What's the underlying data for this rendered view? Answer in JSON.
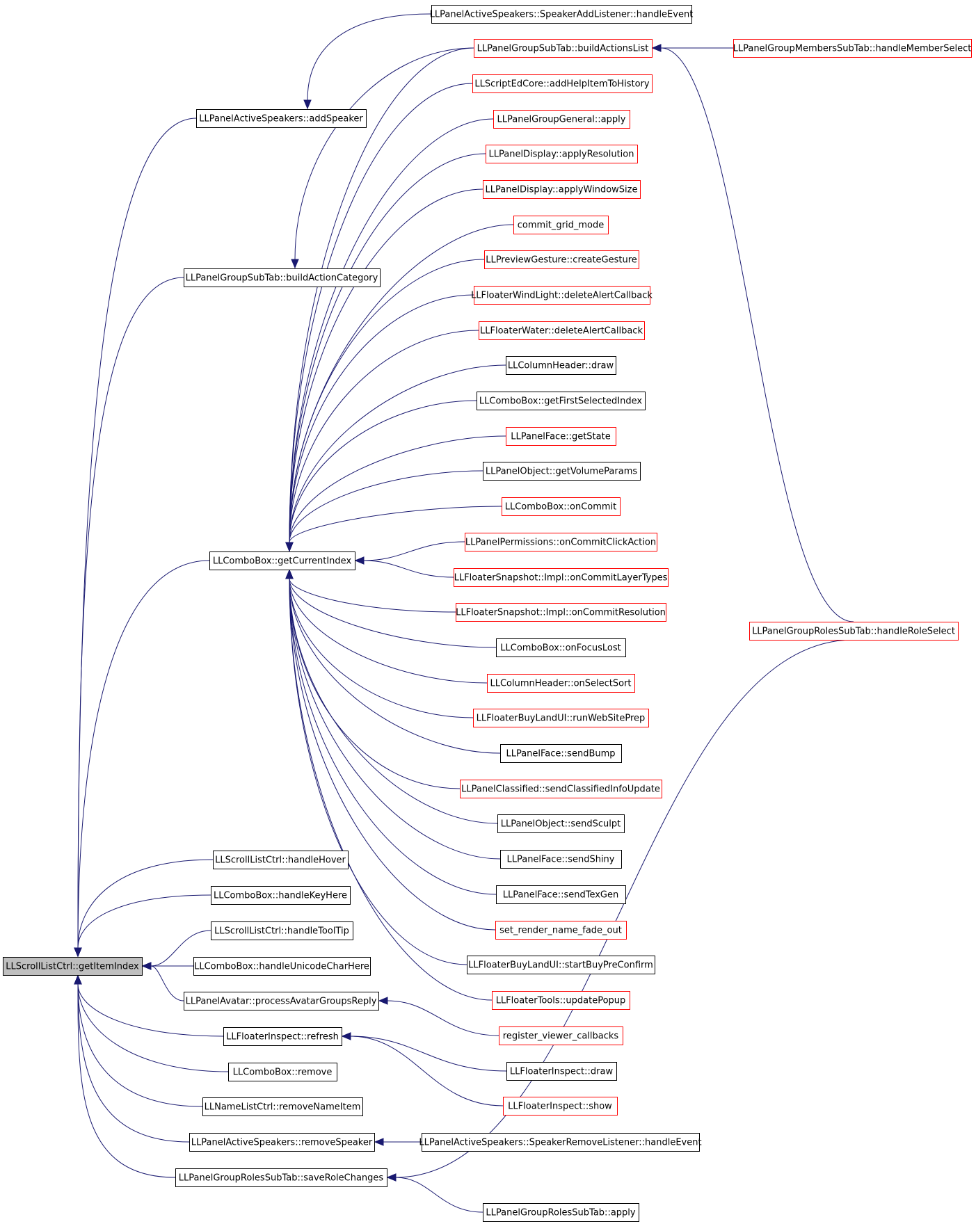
{
  "graph": {
    "edge_color": "#191970",
    "node_border_default": "#000000",
    "node_border_truncated": "#ff0000",
    "root_fill": "#bfbfbf",
    "nodes": [
      {
        "id": "root",
        "label": "LLScrollListCtrl::getItemIndex",
        "style": "root"
      },
      {
        "id": "addSpeaker",
        "label": "LLPanelActiveSpeakers::addSpeaker",
        "style": "default"
      },
      {
        "id": "speakerAddHandle",
        "label": "LLPanelActiveSpeakers::SpeakerAddListener::handleEvent",
        "style": "default"
      },
      {
        "id": "buildActionCategory",
        "label": "LLPanelGroupSubTab::buildActionCategory",
        "style": "default"
      },
      {
        "id": "buildActionsList",
        "label": "LLPanelGroupSubTab::buildActionsList",
        "style": "truncated"
      },
      {
        "id": "handleMemberSelect",
        "label": "LLPanelGroupMembersSubTab::handleMemberSelect",
        "style": "truncated"
      },
      {
        "id": "handleRoleSelect",
        "label": "LLPanelGroupRolesSubTab::handleRoleSelect",
        "style": "truncated"
      },
      {
        "id": "getCurrentIndex",
        "label": "LLComboBox::getCurrentIndex",
        "style": "default"
      },
      {
        "id": "addHelpItem",
        "label": "LLScriptEdCore::addHelpItemToHistory",
        "style": "truncated"
      },
      {
        "id": "groupGeneralApply",
        "label": "LLPanelGroupGeneral::apply",
        "style": "truncated"
      },
      {
        "id": "applyResolution",
        "label": "LLPanelDisplay::applyResolution",
        "style": "truncated"
      },
      {
        "id": "applyWindowSize",
        "label": "LLPanelDisplay::applyWindowSize",
        "style": "truncated"
      },
      {
        "id": "commitGridMode",
        "label": "commit_grid_mode",
        "style": "truncated"
      },
      {
        "id": "createGesture",
        "label": "LLPreviewGesture::createGesture",
        "style": "truncated"
      },
      {
        "id": "windLightDelete",
        "label": "LLFloaterWindLight::deleteAlertCallback",
        "style": "truncated"
      },
      {
        "id": "waterDelete",
        "label": "LLFloaterWater::deleteAlertCallback",
        "style": "truncated"
      },
      {
        "id": "columnHeaderDraw",
        "label": "LLColumnHeader::draw",
        "style": "default"
      },
      {
        "id": "getFirstSelected",
        "label": "LLComboBox::getFirstSelectedIndex",
        "style": "default"
      },
      {
        "id": "faceGetState",
        "label": "LLPanelFace::getState",
        "style": "truncated"
      },
      {
        "id": "getVolumeParams",
        "label": "LLPanelObject::getVolumeParams",
        "style": "default"
      },
      {
        "id": "comboOnCommit",
        "label": "LLComboBox::onCommit",
        "style": "truncated"
      },
      {
        "id": "onCommitClickAction",
        "label": "LLPanelPermissions::onCommitClickAction",
        "style": "truncated"
      },
      {
        "id": "onCommitLayerTypes",
        "label": "LLFloaterSnapshot::Impl::onCommitLayerTypes",
        "style": "truncated"
      },
      {
        "id": "onCommitResolution",
        "label": "LLFloaterSnapshot::Impl::onCommitResolution",
        "style": "truncated"
      },
      {
        "id": "onFocusLost",
        "label": "LLComboBox::onFocusLost",
        "style": "default"
      },
      {
        "id": "onSelectSort",
        "label": "LLColumnHeader::onSelectSort",
        "style": "truncated"
      },
      {
        "id": "runWebSitePrep",
        "label": "LLFloaterBuyLandUI::runWebSitePrep",
        "style": "truncated"
      },
      {
        "id": "sendBump",
        "label": "LLPanelFace::sendBump",
        "style": "default"
      },
      {
        "id": "sendClassified",
        "label": "LLPanelClassified::sendClassifiedInfoUpdate",
        "style": "truncated"
      },
      {
        "id": "sendSculpt",
        "label": "LLPanelObject::sendSculpt",
        "style": "default"
      },
      {
        "id": "sendShiny",
        "label": "LLPanelFace::sendShiny",
        "style": "default"
      },
      {
        "id": "sendTexGen",
        "label": "LLPanelFace::sendTexGen",
        "style": "default"
      },
      {
        "id": "renderNameFade",
        "label": "set_render_name_fade_out",
        "style": "truncated"
      },
      {
        "id": "startBuyPreConfirm",
        "label": "LLFloaterBuyLandUI::startBuyPreConfirm",
        "style": "default"
      },
      {
        "id": "updatePopup",
        "label": "LLFloaterTools::updatePopup",
        "style": "truncated"
      },
      {
        "id": "handleHover",
        "label": "LLScrollListCtrl::handleHover",
        "style": "default"
      },
      {
        "id": "handleKeyHere",
        "label": "LLComboBox::handleKeyHere",
        "style": "default"
      },
      {
        "id": "handleToolTip",
        "label": "LLScrollListCtrl::handleToolTip",
        "style": "default"
      },
      {
        "id": "handleUnicode",
        "label": "LLComboBox::handleUnicodeCharHere",
        "style": "default"
      },
      {
        "id": "avatarGroupsReply",
        "label": "LLPanelAvatar::processAvatarGroupsReply",
        "style": "default"
      },
      {
        "id": "registerViewer",
        "label": "register_viewer_callbacks",
        "style": "truncated"
      },
      {
        "id": "inspectRefresh",
        "label": "LLFloaterInspect::refresh",
        "style": "default"
      },
      {
        "id": "inspectDraw",
        "label": "LLFloaterInspect::draw",
        "style": "default"
      },
      {
        "id": "inspectShow",
        "label": "LLFloaterInspect::show",
        "style": "truncated"
      },
      {
        "id": "comboRemove",
        "label": "LLComboBox::remove",
        "style": "default"
      },
      {
        "id": "removeNameItem",
        "label": "LLNameListCtrl::removeNameItem",
        "style": "default"
      },
      {
        "id": "removeSpeaker",
        "label": "LLPanelActiveSpeakers::removeSpeaker",
        "style": "default"
      },
      {
        "id": "speakerRemoveHandle",
        "label": "LLPanelActiveSpeakers::SpeakerRemoveListener::handleEvent",
        "style": "default"
      },
      {
        "id": "saveRoleChanges",
        "label": "LLPanelGroupRolesSubTab::saveRoleChanges",
        "style": "default"
      },
      {
        "id": "rolesApply",
        "label": "LLPanelGroupRolesSubTab::apply",
        "style": "default"
      }
    ],
    "edges": [
      {
        "from": "addSpeaker",
        "to": "root"
      },
      {
        "from": "buildActionCategory",
        "to": "root"
      },
      {
        "from": "getCurrentIndex",
        "to": "root"
      },
      {
        "from": "handleHover",
        "to": "root"
      },
      {
        "from": "handleKeyHere",
        "to": "root"
      },
      {
        "from": "handleToolTip",
        "to": "root"
      },
      {
        "from": "handleUnicode",
        "to": "root"
      },
      {
        "from": "avatarGroupsReply",
        "to": "root"
      },
      {
        "from": "inspectRefresh",
        "to": "root"
      },
      {
        "from": "comboRemove",
        "to": "root"
      },
      {
        "from": "removeNameItem",
        "to": "root"
      },
      {
        "from": "removeSpeaker",
        "to": "root"
      },
      {
        "from": "saveRoleChanges",
        "to": "root"
      },
      {
        "from": "speakerAddHandle",
        "to": "addSpeaker"
      },
      {
        "from": "buildActionsList",
        "to": "buildActionCategory"
      },
      {
        "from": "handleMemberSelect",
        "to": "buildActionsList"
      },
      {
        "from": "handleRoleSelect",
        "to": "buildActionsList"
      },
      {
        "from": "buildActionsList",
        "to": "getCurrentIndex"
      },
      {
        "from": "addHelpItem",
        "to": "getCurrentIndex"
      },
      {
        "from": "groupGeneralApply",
        "to": "getCurrentIndex"
      },
      {
        "from": "applyResolution",
        "to": "getCurrentIndex"
      },
      {
        "from": "applyWindowSize",
        "to": "getCurrentIndex"
      },
      {
        "from": "commitGridMode",
        "to": "getCurrentIndex"
      },
      {
        "from": "createGesture",
        "to": "getCurrentIndex"
      },
      {
        "from": "windLightDelete",
        "to": "getCurrentIndex"
      },
      {
        "from": "waterDelete",
        "to": "getCurrentIndex"
      },
      {
        "from": "columnHeaderDraw",
        "to": "getCurrentIndex"
      },
      {
        "from": "getFirstSelected",
        "to": "getCurrentIndex"
      },
      {
        "from": "faceGetState",
        "to": "getCurrentIndex"
      },
      {
        "from": "getVolumeParams",
        "to": "getCurrentIndex"
      },
      {
        "from": "comboOnCommit",
        "to": "getCurrentIndex"
      },
      {
        "from": "onCommitClickAction",
        "to": "getCurrentIndex"
      },
      {
        "from": "onCommitLayerTypes",
        "to": "getCurrentIndex"
      },
      {
        "from": "onCommitResolution",
        "to": "getCurrentIndex"
      },
      {
        "from": "onFocusLost",
        "to": "getCurrentIndex"
      },
      {
        "from": "onSelectSort",
        "to": "getCurrentIndex"
      },
      {
        "from": "runWebSitePrep",
        "to": "getCurrentIndex"
      },
      {
        "from": "sendBump",
        "to": "getCurrentIndex"
      },
      {
        "from": "sendClassified",
        "to": "getCurrentIndex"
      },
      {
        "from": "sendSculpt",
        "to": "getCurrentIndex"
      },
      {
        "from": "sendShiny",
        "to": "getCurrentIndex"
      },
      {
        "from": "sendTexGen",
        "to": "getCurrentIndex"
      },
      {
        "from": "renderNameFade",
        "to": "getCurrentIndex"
      },
      {
        "from": "startBuyPreConfirm",
        "to": "getCurrentIndex"
      },
      {
        "from": "updatePopup",
        "to": "getCurrentIndex"
      },
      {
        "from": "registerViewer",
        "to": "avatarGroupsReply"
      },
      {
        "from": "inspectDraw",
        "to": "inspectRefresh"
      },
      {
        "from": "inspectShow",
        "to": "inspectRefresh"
      },
      {
        "from": "speakerRemoveHandle",
        "to": "removeSpeaker"
      },
      {
        "from": "handleRoleSelect",
        "to": "saveRoleChanges"
      },
      {
        "from": "rolesApply",
        "to": "saveRoleChanges"
      }
    ]
  }
}
